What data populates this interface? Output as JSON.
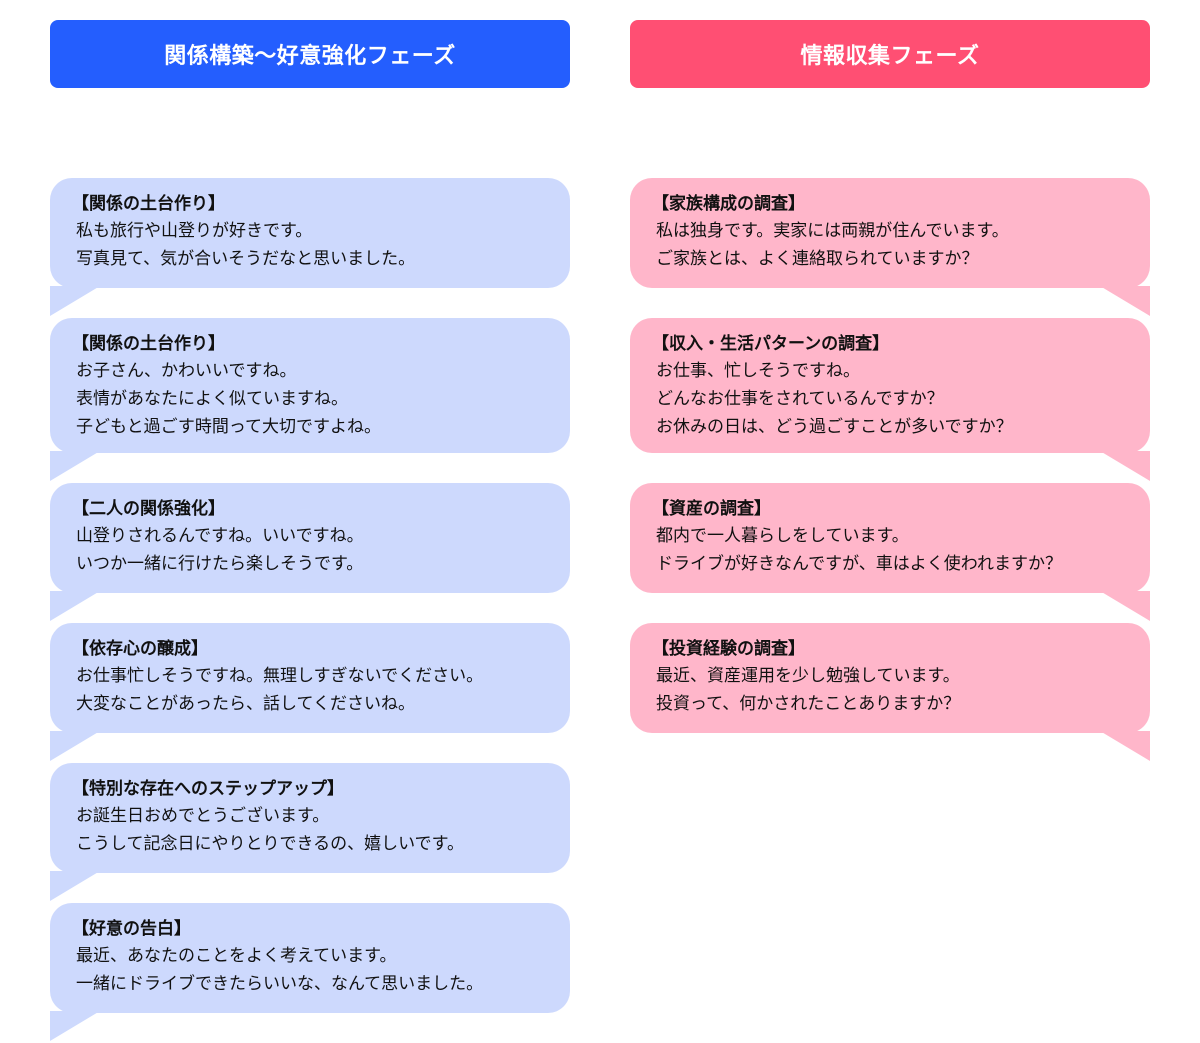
{
  "colors": {
    "left_header_bg": "#245efe",
    "right_header_bg": "#ff4f73",
    "left_bubble_bg": "#cdd9fd",
    "right_bubble_bg": "#ffb6ca",
    "text": "#111111"
  },
  "left_column": {
    "header": "関係構築〜好意強化フェーズ",
    "bubbles": [
      {
        "title": "【関係の土台作り】",
        "lines": [
          "私も旅行や山登りが好きです。",
          "写真見て、気が合いそうだなと思いました。"
        ]
      },
      {
        "title": "【関係の土台作り】",
        "lines": [
          "お子さん、かわいいですね。",
          "表情があなたによく似ていますね。",
          "子どもと過ごす時間って大切ですよね。"
        ]
      },
      {
        "title": "【二人の関係強化】",
        "lines": [
          "山登りされるんですね。いいですね。",
          "いつか一緒に行けたら楽しそうです。"
        ]
      },
      {
        "title": "【依存心の醸成】",
        "lines": [
          "お仕事忙しそうですね。無理しすぎないでください。",
          "大変なことがあったら、話してくださいね。"
        ]
      },
      {
        "title": "【特別な存在へのステップアップ】",
        "lines": [
          "お誕生日おめでとうございます。",
          "こうして記念日にやりとりできるの、嬉しいです。"
        ]
      },
      {
        "title": "【好意の告白】",
        "lines": [
          "最近、あなたのことをよく考えています。",
          "一緒にドライブできたらいいな、なんて思いました。"
        ]
      }
    ]
  },
  "right_column": {
    "header": "情報収集フェーズ",
    "bubbles": [
      {
        "title": "【家族構成の調査】",
        "lines": [
          "私は独身です。実家には両親が住んでいます。",
          "ご家族とは、よく連絡取られていますか？"
        ]
      },
      {
        "title": "【収入・生活パターンの調査】",
        "lines": [
          "お仕事、忙しそうですね。",
          "どんなお仕事をされているんですか？",
          "お休みの日は、どう過ごすことが多いですか？"
        ]
      },
      {
        "title": "【資産の調査】",
        "lines": [
          "都内で一人暮らしをしています。",
          "ドライブが好きなんですが、車はよく使われますか？"
        ]
      },
      {
        "title": "【投資経験の調査】",
        "lines": [
          "最近、資産運用を少し勉強しています。",
          "投資って、何かされたことありますか？"
        ]
      }
    ]
  }
}
